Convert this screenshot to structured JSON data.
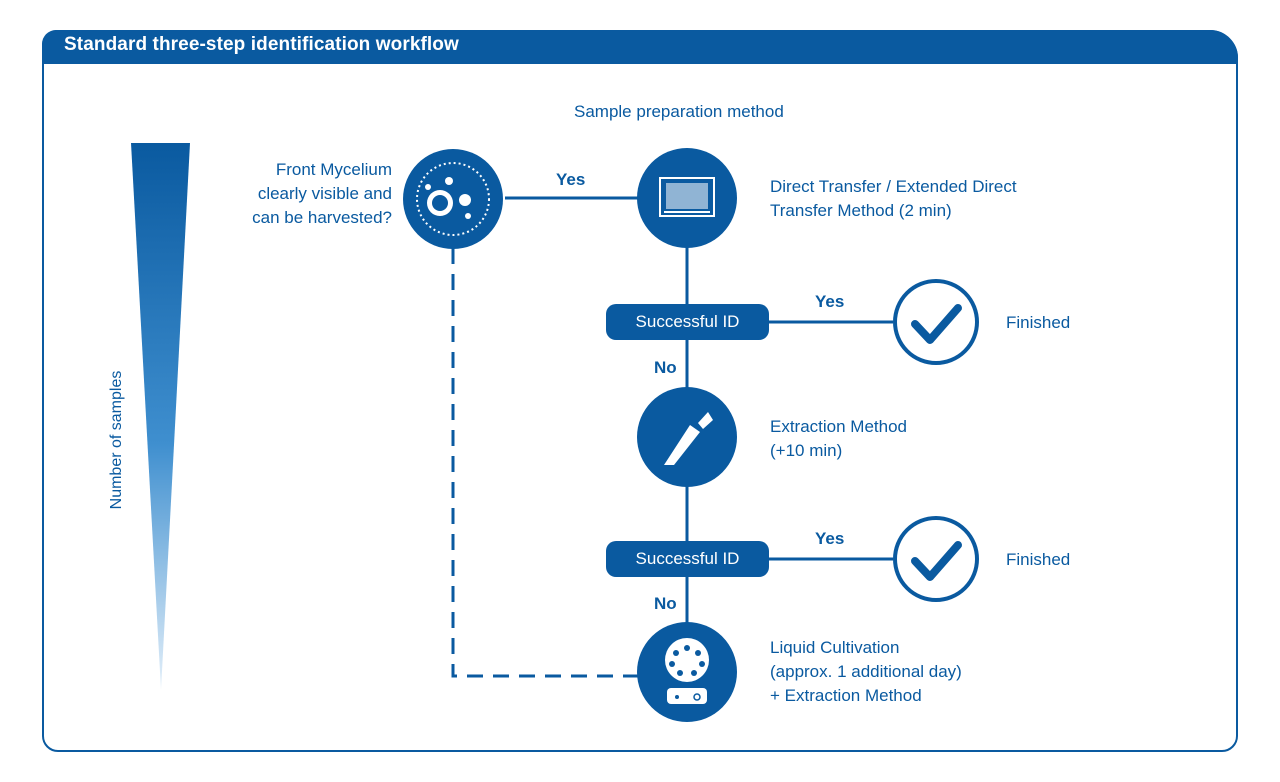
{
  "header": {
    "title": "Standard three-step identification workflow"
  },
  "column_heading": "Sample preparation method",
  "axis_label": "Number of samples",
  "question": "Front Mycelium\nclearly visible and\ncan be harvested?",
  "yes_label": "Yes",
  "no_label": "No",
  "methods": {
    "direct_transfer": "Direct Transfer / Extended Direct\nTransfer Method (2 min)",
    "extraction": "Extraction Method\n(+10 min)",
    "liquid_cultivation": "Liquid Cultivation\n(approx. 1 additional day)\n+ Extraction Method"
  },
  "decision_label": "Successful ID",
  "finished_label": "Finished",
  "colors": {
    "primary": "#0a5aa0",
    "background": "#ffffff"
  },
  "icons": [
    "mycelium-icon",
    "plate-icon",
    "check-icon",
    "pipette-icon",
    "centrifuge-icon"
  ]
}
